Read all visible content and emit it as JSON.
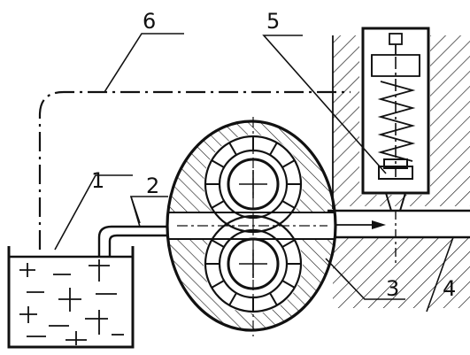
{
  "labels": {
    "one": "1",
    "two": "2",
    "three": "3",
    "four": "4",
    "five": "5",
    "six": "6"
  },
  "colors": {
    "ink": "#111111",
    "paper": "#ffffff"
  }
}
